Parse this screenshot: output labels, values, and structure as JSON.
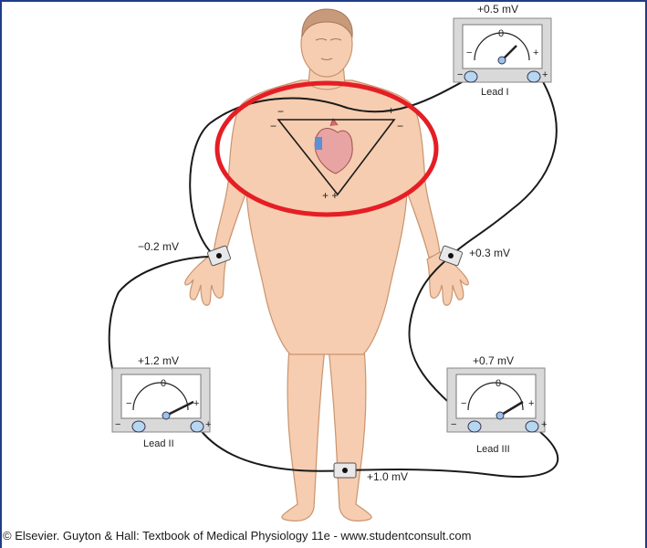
{
  "meters": {
    "lead1": {
      "value": "+0.5 mV",
      "name": "Lead I",
      "zero": "0",
      "minus": "−",
      "plus": "+"
    },
    "lead2": {
      "value": "+1.2 mV",
      "name": "Lead II",
      "zero": "0",
      "minus": "−",
      "plus": "+"
    },
    "lead3": {
      "value": "+0.7 mV",
      "name": "Lead III",
      "zero": "0",
      "minus": "−",
      "plus": "+"
    }
  },
  "electrodes": {
    "right_arm": "−0.2 mV",
    "left_arm": "+0.3 mV",
    "left_leg": "+1.0 mV"
  },
  "triangle": {
    "top_left_1": "−",
    "top_left_2": "−",
    "top_right_1": "+",
    "top_right_2": "−",
    "bottom": "+ +"
  },
  "caption": "© Elsevier. Guyton & Hall: Textbook of Medical Physiology 11e - www.studentconsult.com",
  "colors": {
    "highlight": "#e51e25",
    "skin": "#f6cdb0",
    "skin_outline": "#c9946f",
    "frame": "#1f3c88"
  }
}
